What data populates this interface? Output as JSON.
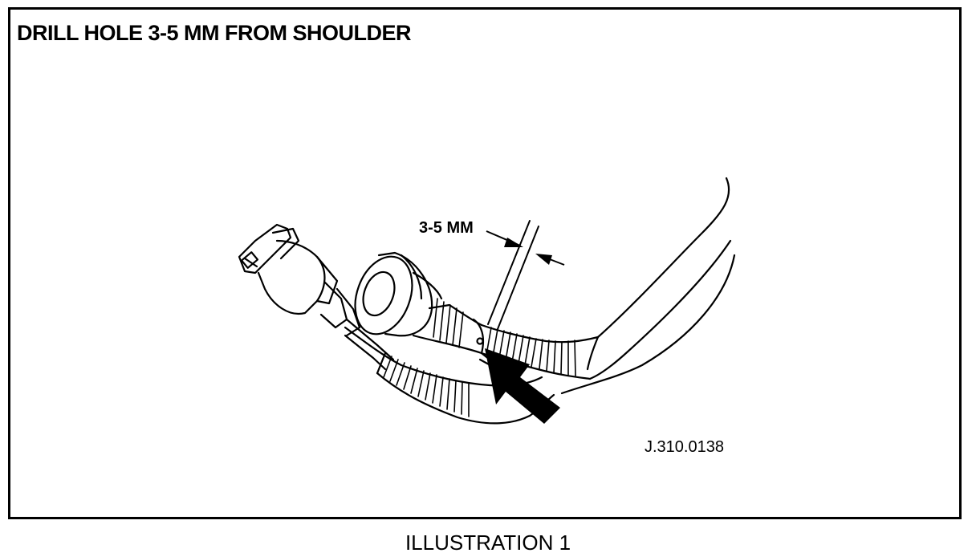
{
  "figure": {
    "title": "DRILL HOLE 3-5 MM FROM SHOULDER",
    "dimension_label": "3-5 MM",
    "reference_code": "J.310.0138",
    "caption": "ILLUSTRATION 1"
  },
  "colors": {
    "ink": "#000000",
    "paper": "#ffffff"
  }
}
